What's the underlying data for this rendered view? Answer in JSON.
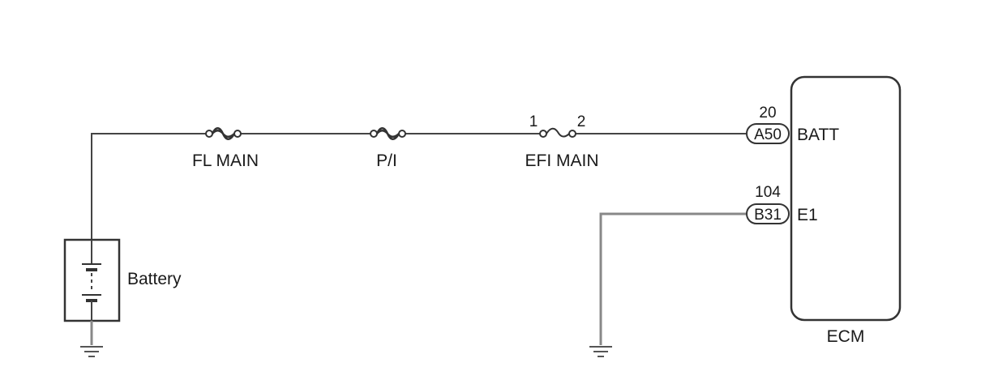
{
  "fuses": {
    "fl_main": "FL MAIN",
    "pi": "P/I",
    "efi_main": "EFI MAIN",
    "efi_pin1": "1",
    "efi_pin2": "2"
  },
  "battery": {
    "label": "Battery"
  },
  "ecm": {
    "label": "ECM",
    "batt": {
      "pin_number": "20",
      "connector": "A50",
      "terminal": "BATT"
    },
    "e1": {
      "pin_number": "104",
      "connector": "B31",
      "terminal": "E1"
    }
  }
}
